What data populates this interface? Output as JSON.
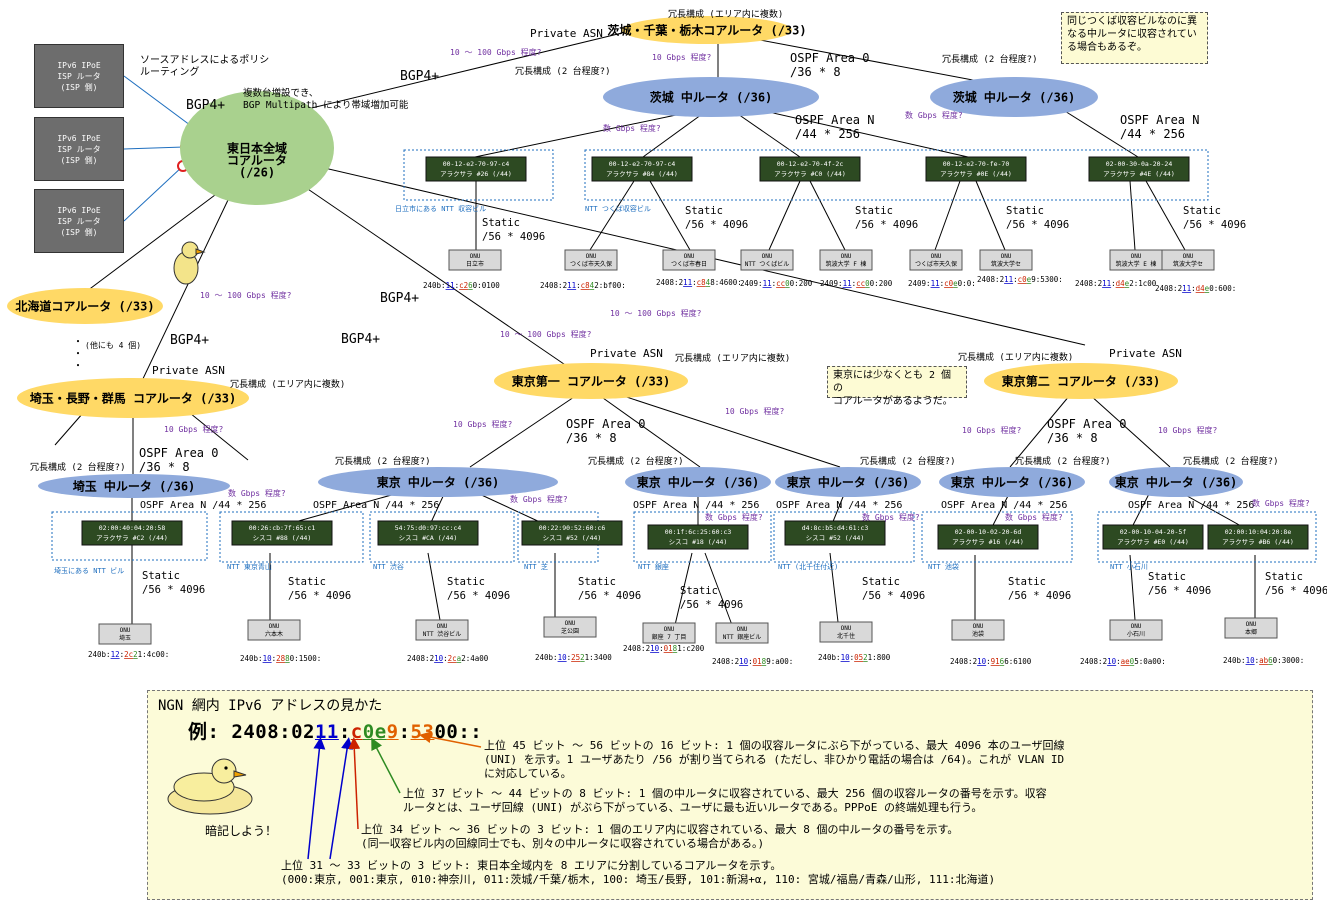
{
  "isp_routers": [
    {
      "label": "IPv6 IPoE\nISP ルータ\n(ISP 側)"
    },
    {
      "label": "IPv6 IPoE\nISP ルータ\n(ISP 側)"
    },
    {
      "label": "IPv6 IPoE\nISP ルータ\n(ISP 側)"
    }
  ],
  "routing_labels": {
    "source_policy": "ソースアドレスによるポリシ\nルーティング",
    "multipath": "複数台増設でき、\nBGP Multipath により帯域増加可能",
    "bgp4": "BGP4+",
    "private_asn": "Private ASN",
    "ospf0": "OSPF Area 0",
    "ospf0_sub": "/36 * 8",
    "ospfN": "OSPF Area N",
    "ospfN_sub": "/44 * 256",
    "ospfN_inline": "OSPF Area N /44 * 256",
    "static": "Static",
    "static_sub": "/56 * 4096",
    "redundant_area": "冗長構成 (エリア内に複数)",
    "redundant_2": "冗長構成 (2 台程度?)",
    "bw_10_100": "10 ～ 100 Gbps 程度?",
    "bw_10": "10 Gbps 程度?",
    "bw_few": "数 Gbps 程度?",
    "others": "(他にも 4 個)",
    "vdots": "・\n・\n・"
  },
  "core": {
    "label": "東日本全域\nコアルータ\n(/26)"
  },
  "area_routers": {
    "ibaraki": "茨城・千葉・栃木コアルータ (/33)",
    "hokkaido": "北海道コアルータ (/33)",
    "saitama": "埼玉・長野・群馬 コアルータ (/33)",
    "tokyo1": "東京第一 コアルータ (/33)",
    "tokyo2": "東京第二 コアルータ (/33)"
  },
  "mid_routers": {
    "ibaraki": "茨城 中ルータ (/36)",
    "saitama": "埼玉 中ルータ (/36)",
    "tokyo": "東京 中ルータ (/36)"
  },
  "notes": {
    "tsukuba": "同じつくば収容ビルなのに異\nなる中ルータに収容されてい\nる場合もあるぞ。",
    "tokyo": "東京には少なくとも 2 個の\nコアルータがあるようだ。"
  },
  "buildings": [
    "日立市にある NTT 収容ビル",
    "NTT つくば収容ビル",
    "埼玉にある NTT ビル",
    "NTT 東京青山",
    "NTT 渋谷",
    "NTT 芝",
    "NTT 銀座",
    "NTT (北千住付近)",
    "NTT 池袋",
    "NTT 小石川"
  ],
  "access_routers": [
    {
      "mac": "00-12-e2-70-97-c4",
      "name": "アラクサラ #26 (/44)"
    },
    {
      "mac": "00-12-e2-70-97-c4",
      "name": "アラクサラ #84 (/44)"
    },
    {
      "mac": "00-12-e2-70-4f-2c",
      "name": "アラクサラ #C0 (/44)"
    },
    {
      "mac": "00-12-e2-70-fe-70",
      "name": "アラクサラ #0E (/44)"
    },
    {
      "mac": "02-00-30-0a-20-24",
      "name": "アラクサラ #4E (/44)"
    },
    {
      "mac": "02:00:40:04:20:58",
      "name": "アラクサラ #C2 (/44)"
    },
    {
      "mac": "00:26:cb:7f:65:c1",
      "name": "シスコ #88 (/44)"
    },
    {
      "mac": "54:75:d0:97:cc:c4",
      "name": "シスコ #CA (/44)"
    },
    {
      "mac": "00:22:90:52:60:c6",
      "name": "シスコ #52 (/44)"
    },
    {
      "mac": "00:1f:6c:25:60:c3",
      "name": "シスコ #18 (/44)"
    },
    {
      "mac": "d4:8c:b5:d4:61:c3",
      "name": "シスコ #52 (/44)"
    },
    {
      "mac": "02-00-10-02-20-6d",
      "name": "アラクサラ #16 (/44)"
    },
    {
      "mac": "02-00-10-04-20-5f",
      "name": "アラクサラ #E0 (/44)"
    },
    {
      "mac": "02:00:10:04:20:8e",
      "name": "アラクサラ #B6 (/44)"
    }
  ],
  "onus": [
    {
      "title": "ONU",
      "place": "日立市"
    },
    {
      "title": "ONU",
      "place": "つくば市天久保"
    },
    {
      "title": "ONU",
      "place": "つくば市春日"
    },
    {
      "title": "ONU",
      "place": "NTT つくばビル"
    },
    {
      "title": "ONU",
      "place": "筑波大学 F 棟"
    },
    {
      "title": "ONU",
      "place": "つくば市天久保"
    },
    {
      "title": "ONU",
      "place": "筑波大学セ"
    },
    {
      "title": "ONU",
      "place": "筑波大学 E 棟"
    },
    {
      "title": "ONU",
      "place": "筑波大学セ"
    },
    {
      "title": "ONU",
      "place": "埼玉"
    },
    {
      "title": "ONU",
      "place": "六本木"
    },
    {
      "title": "ONU",
      "place": "NTT 渋谷ビル"
    },
    {
      "title": "ONU",
      "place": "芝公園"
    },
    {
      "title": "ONU",
      "place": "銀座 7 丁目"
    },
    {
      "title": "ONU",
      "place": "NTT 銀座ビル"
    },
    {
      "title": "ONU",
      "place": "北千住"
    },
    {
      "title": "ONU",
      "place": "池袋"
    },
    {
      "title": "ONU",
      "place": "小石川"
    },
    {
      "title": "ONU",
      "place": "本郷"
    }
  ],
  "addresses": [
    [
      "240b:",
      "11",
      ":",
      "c2",
      "6",
      "0:0100"
    ],
    [
      "2408:2",
      "11",
      ":",
      "c8",
      "4",
      "2:bf00:"
    ],
    [
      "2408:2",
      "11",
      ":",
      "c8",
      "4",
      "8:4600:"
    ],
    [
      "2409:",
      "11",
      ":",
      "cc",
      "0",
      "0:200"
    ],
    [
      "2409:",
      "11",
      ":",
      "cc",
      "0",
      "0:200"
    ],
    [
      "2409:",
      "11",
      ":",
      "c0",
      "e",
      "0:0:"
    ],
    [
      "2408:2",
      "11",
      ":",
      "c0",
      "e",
      "9:5300:"
    ],
    [
      "2408:2",
      "11",
      ":",
      "d4",
      "e",
      "2:1c00"
    ],
    [
      "2408:2",
      "11",
      ":",
      "d4",
      "e",
      "0:600:"
    ],
    [
      "240b:",
      "12",
      ":",
      "2c",
      "2",
      "1:4c00:"
    ],
    [
      "240b:",
      "10",
      ":",
      "28",
      "8",
      "0:1500:"
    ],
    [
      "2408:2",
      "10",
      ":",
      "2c",
      "a",
      "2:4a00"
    ],
    [
      "240b:",
      "10",
      ":",
      "25",
      "2",
      "1:3400"
    ],
    [
      "2408:2",
      "10",
      ":",
      "01",
      "8",
      "1:c200"
    ],
    [
      "2408:2",
      "10",
      ":",
      "01",
      "8",
      "9:a00:"
    ],
    [
      "240b:",
      "10",
      ":",
      "05",
      "2",
      "1:800"
    ],
    [
      "2408:2",
      "10",
      ":",
      "91",
      "6",
      "6:6100"
    ],
    [
      "2408:2",
      "10",
      ":",
      "ae",
      "0",
      "5:0a00:"
    ],
    [
      "240b:",
      "10",
      ":",
      "ab",
      "6",
      "0:3000:"
    ]
  ],
  "legend": {
    "title": "NGN 網内 IPv6 アドレスの見かた",
    "example_prefix": "例: 2408:02",
    "example_p1": "11",
    "example_colon": ":",
    "example_p2": "c",
    "example_p3": "0e",
    "example_p4": "9",
    "example_colon2": ":",
    "example_p5": "53",
    "example_tail": "00::",
    "desc1": "上位 45 ビット ～ 56 ビットの 16 ビット: 1 個の収容ルータにぶら下がっている、最大 4096 本のユーザ回線\n(UNI) を示す。1 ユーザあたり /56 が割り当てられる (ただし、非ひかり電話の場合は /64)。これが VLAN ID\nに対応している。",
    "desc2": "上位 37 ビット ～ 44 ビットの 8 ビット: 1 個の中ルータに収容されている、最大 256 個の収容ルータの番号を示す。収容\nルータとは、ユーザ回線 (UNI) がぶら下がっている、ユーザに最も近いルータである。PPPoE の終端処理も行う。",
    "desc3": "上位 34 ビット ～ 36 ビットの 3 ビット: 1 個のエリア内に収容されている、最大 8 個の中ルータの番号を示す。\n(同一収容ビル内の回線同士でも、別々の中ルータに収容されている場合がある。)",
    "desc4": "上位 31 ～ 33 ビットの 3 ビット: 東日本全域内を 8 エリアに分割しているコアルータを示す。\n(000:東京, 001:東京, 010:神奈川, 011:茨城/千葉/栃木, 100: 埼玉/長野, 101:新潟+α, 110: 宮城/福島/青森/山形, 111:北海道)",
    "memo": "暗記しよう！"
  },
  "colors": {
    "core_green": "#a9d18e",
    "area_yellow": "#ffd966",
    "mid_blue": "#8faadc",
    "router_dark": "#2d4a22",
    "onu_gray": "#d9d9d9",
    "purple_text": "#7030a0",
    "blue_text": "#1f6fbf",
    "addr_blue": "#0000cc",
    "addr_red": "#cc2200",
    "addr_green": "#2e8b22",
    "addr_orange": "#e06000"
  }
}
